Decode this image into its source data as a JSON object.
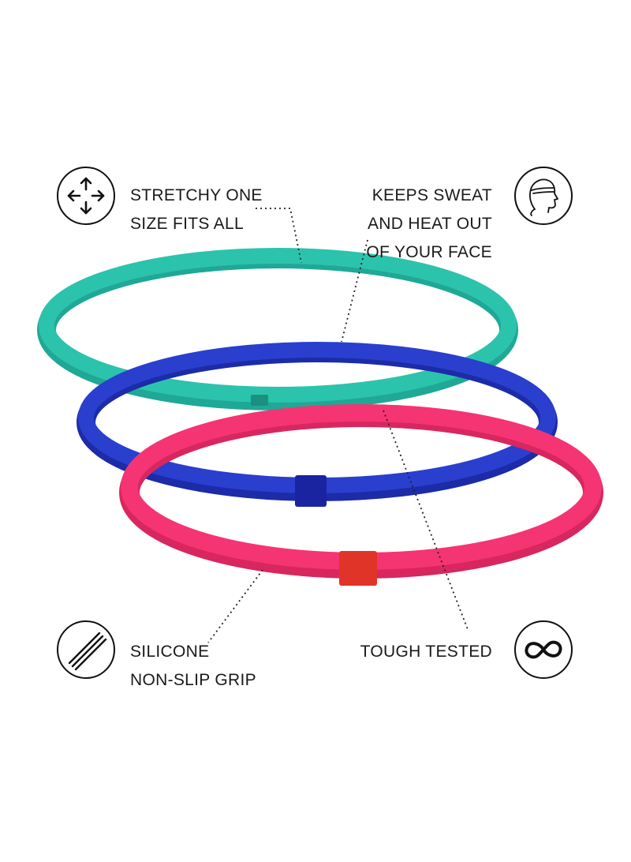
{
  "features": {
    "stretch": {
      "lines": [
        "STRETCHY ONE",
        "SIZE FITS ALL"
      ],
      "icon": "move-arrows-icon"
    },
    "sweat": {
      "lines": [
        "KEEPS SWEAT",
        "AND HEAT OUT",
        "OF YOUR FACE"
      ],
      "icon": "head-profile-icon"
    },
    "grip": {
      "lines": [
        "SILICONE",
        "NON-SLIP GRIP"
      ],
      "icon": "grip-strip-icon"
    },
    "tough": {
      "lines": [
        "TOUGH TESTED"
      ],
      "icon": "infinity-icon"
    }
  },
  "bands": [
    {
      "color": "teal",
      "hex": "#2cc3ad",
      "shade": "#1fa896"
    },
    {
      "color": "blue",
      "hex": "#2a3fce",
      "shade": "#1c2ba8"
    },
    {
      "color": "pink",
      "hex": "#f53474",
      "shade": "#d8265f"
    }
  ],
  "colors": {
    "text": "#1a1a1a",
    "background": "#ffffff"
  }
}
